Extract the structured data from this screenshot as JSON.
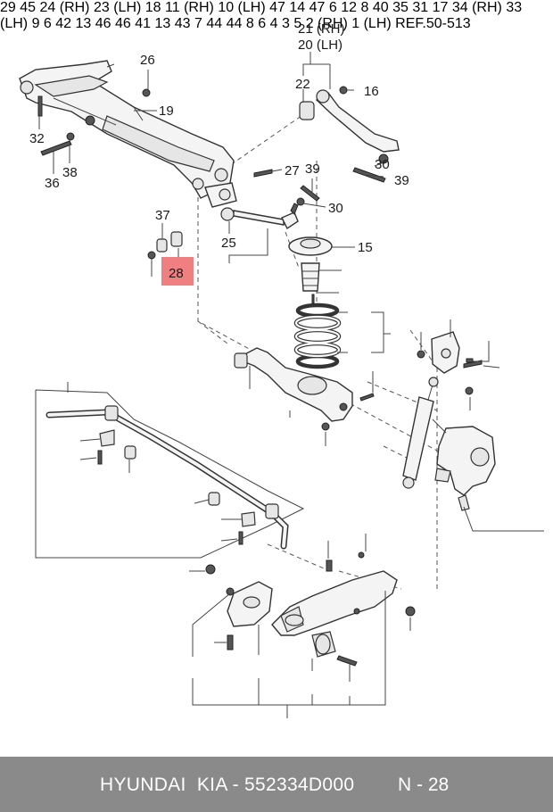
{
  "footer": {
    "catalog_line": "HYUNDAI  KIA - 552334D000",
    "page_ref": "N - 28"
  },
  "highlight": {
    "label": "28",
    "color": "#f07f82"
  },
  "reference": "REF.50-513",
  "callouts": {
    "c21": "21 (RH)",
    "c20": "20 (LH)",
    "c26": "26",
    "c19": "19",
    "c22": "22",
    "c16": "16",
    "c32": "32",
    "c36": "36",
    "c38": "38",
    "c27": "27",
    "c39a": "39",
    "c30a": "30",
    "c30b": "30",
    "c39b": "39",
    "c37": "37",
    "c25": "25",
    "c15": "15",
    "c29": "29",
    "c45": "45",
    "c24": "24 (RH)",
    "c23": "23 (LH)",
    "c18": "18",
    "c11": "11 (RH)",
    "c10": "10 (LH)",
    "c47a": "47",
    "c14": "14",
    "c47b": "47",
    "c6a": "6",
    "c12": "12",
    "c8a": "8",
    "c40": "40",
    "c35": "35",
    "c31": "31",
    "c17": "17",
    "c34": "34 (RH)",
    "c33": "33 (LH)",
    "c9": "9",
    "c6b": "6",
    "c42": "42",
    "c13a": "13",
    "c46a": "46",
    "c46b": "46",
    "c41": "41",
    "c13b": "13",
    "c43": "43",
    "c7": "7",
    "c44a": "44",
    "c44b": "44",
    "c8b": "8",
    "c6c": "6",
    "c4": "4",
    "c3": "3",
    "c5": "5",
    "c2": "2 (RH)",
    "c1": "1 (LH)"
  }
}
